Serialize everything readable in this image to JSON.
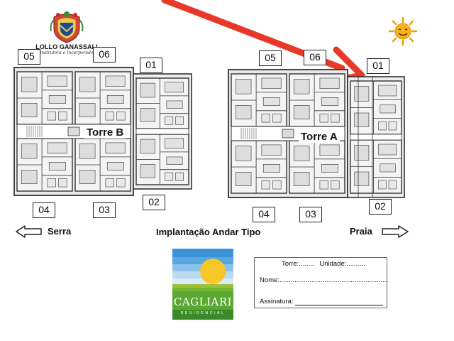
{
  "logo": {
    "name": "LOLLO GANASSALI",
    "tagline": "Construtora e Incorporadora"
  },
  "icons": {
    "crest": "crest-logo-icon",
    "sun": "sun-smiley-icon",
    "arrow": "red-pointer-arrow-icon"
  },
  "colors": {
    "red_arrow": "#e8382a",
    "sun": "#f6b31b",
    "crest_blue": "#1a4a9a",
    "cagliari_blue": "#2b7fc9",
    "cagliari_green": "#5aa832",
    "cagliari_sun": "#f7c72a"
  },
  "tower_b": {
    "label": "Torre B",
    "units": [
      "05",
      "06",
      "01",
      "02",
      "03",
      "04"
    ]
  },
  "tower_a": {
    "label": "Torre A",
    "units": [
      "05",
      "06",
      "01",
      "02",
      "03",
      "04"
    ]
  },
  "directions": {
    "left": "Serra",
    "right": "Praia"
  },
  "title": "Implantação Andar Tipo",
  "brand": {
    "name": "CAGLIARI",
    "subtitle": "RESIDENCIAL"
  },
  "form": {
    "torre_label": "Torre:",
    "torre_dots": "........",
    "unidade_label": "Unidade:",
    "unidade_dots": "..........",
    "nome_label": "Nome:",
    "nome_dots": "..........................................................",
    "assinatura_label": "Assinatura:"
  }
}
